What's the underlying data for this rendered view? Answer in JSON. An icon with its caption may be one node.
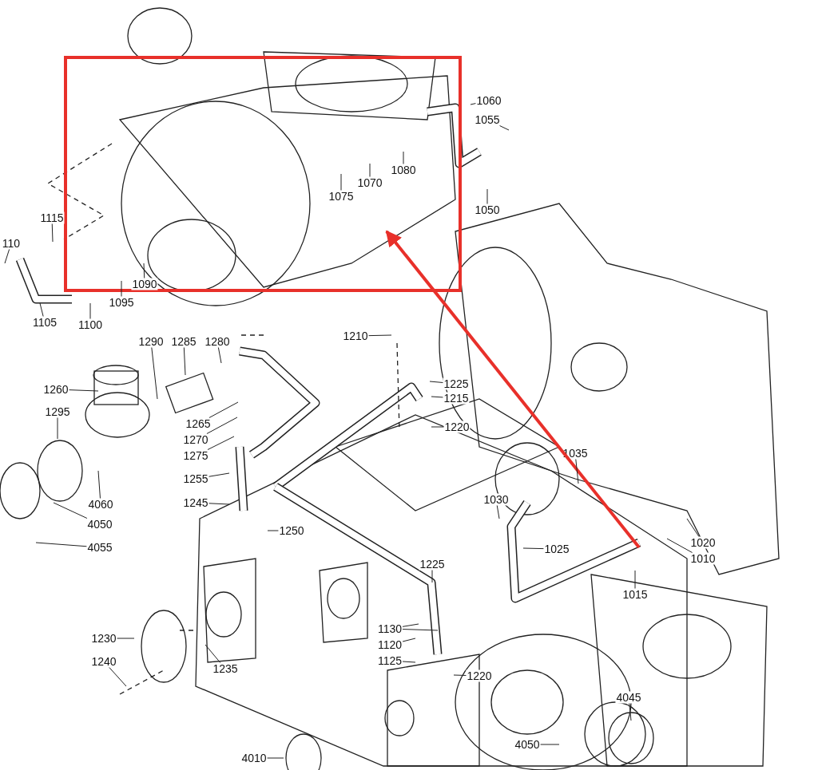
{
  "diagram": {
    "nodes": [
      {
        "text": [],
        "shape": "box"
      },
      {
        "text": [
          "1060"
        ]
      },
      {
        "text": [
          "1055"
        ]
      },
      {
        "text": [
          "1080"
        ],
        "in": 0
      },
      {
        "text": [
          "1070"
        ],
        "in": 0
      },
      {
        "text": [
          "1075"
        ],
        "in": 0
      },
      {
        "text": [
          "1050"
        ]
      },
      {
        "text": [
          "1115"
        ]
      },
      {
        "text": [
          "110"
        ]
      },
      {
        "text": [
          "1090"
        ],
        "in": 0
      },
      {
        "text": [
          "1095"
        ]
      },
      {
        "text": [
          "1105"
        ]
      },
      {
        "text": [
          "1100"
        ]
      },
      {
        "text": [
          "1210"
        ]
      },
      {
        "text": [
          "1290"
        ]
      },
      {
        "text": [
          "1285"
        ]
      },
      {
        "text": [
          "1280"
        ]
      },
      {
        "text": [
          "1260"
        ]
      },
      {
        "text": [
          "1225"
        ]
      },
      {
        "text": [
          "1215"
        ]
      },
      {
        "text": [
          "1295"
        ]
      },
      {
        "text": [
          "1265"
        ]
      },
      {
        "text": [
          "1220"
        ]
      },
      {
        "text": [
          "1270"
        ]
      },
      {
        "text": [
          "1275"
        ]
      },
      {
        "text": [
          "1035"
        ]
      },
      {
        "text": [
          "4060"
        ]
      },
      {
        "text": [
          "1255"
        ]
      },
      {
        "text": [
          "1030"
        ]
      },
      {
        "text": [
          "1245"
        ]
      },
      {
        "text": [
          "4050"
        ]
      },
      {
        "text": [
          "1250"
        ]
      },
      {
        "text": [
          "1020"
        ]
      },
      {
        "text": [
          "1025"
        ]
      },
      {
        "text": [
          "4055"
        ]
      },
      {
        "text": [
          "1010"
        ]
      },
      {
        "text": [
          "1225"
        ]
      },
      {
        "text": [
          "1015"
        ]
      },
      {
        "text": [
          "1230"
        ]
      },
      {
        "text": [
          "1130"
        ]
      },
      {
        "text": [
          "1120"
        ]
      },
      {
        "text": [
          "1240"
        ]
      },
      {
        "text": [
          "1235"
        ]
      },
      {
        "text": [
          "1125"
        ]
      },
      {
        "text": [
          "1220"
        ]
      },
      {
        "text": [
          "4045"
        ]
      },
      {
        "text": [
          "4050"
        ]
      },
      {
        "text": [
          "4010"
        ]
      }
    ],
    "edges": [
      {
        "from": null,
        "to": 0,
        "arrow": "to",
        "style": "thick",
        "color": "#e8302a"
      },
      {
        "from": 1,
        "to": null,
        "arrow": "none"
      },
      {
        "from": 2,
        "to": null,
        "arrow": "none"
      },
      {
        "from": 3,
        "to": null,
        "arrow": "none"
      },
      {
        "from": 4,
        "to": null,
        "arrow": "none"
      },
      {
        "from": 5,
        "to": null,
        "arrow": "none"
      },
      {
        "from": 6,
        "to": null,
        "arrow": "none"
      },
      {
        "from": 7,
        "to": null,
        "arrow": "none"
      },
      {
        "from": 8,
        "to": null,
        "arrow": "none"
      },
      {
        "from": 9,
        "to": null,
        "arrow": "none"
      },
      {
        "from": 10,
        "to": null,
        "arrow": "none"
      },
      {
        "from": 11,
        "to": null,
        "arrow": "none"
      },
      {
        "from": 12,
        "to": null,
        "arrow": "none"
      },
      {
        "from": 13,
        "to": null,
        "arrow": "none"
      },
      {
        "from": 14,
        "to": null,
        "arrow": "none"
      },
      {
        "from": 15,
        "to": null,
        "arrow": "none"
      },
      {
        "from": 16,
        "to": null,
        "arrow": "none"
      },
      {
        "from": 17,
        "to": null,
        "arrow": "none"
      },
      {
        "from": 18,
        "to": null,
        "arrow": "none"
      },
      {
        "from": 19,
        "to": null,
        "arrow": "none"
      },
      {
        "from": 20,
        "to": null,
        "arrow": "none"
      },
      {
        "from": 21,
        "to": null,
        "arrow": "none"
      },
      {
        "from": 22,
        "to": null,
        "arrow": "none"
      },
      {
        "from": 23,
        "to": null,
        "arrow": "none"
      },
      {
        "from": 24,
        "to": null,
        "arrow": "none"
      },
      {
        "from": 25,
        "to": null,
        "arrow": "none"
      },
      {
        "from": 26,
        "to": null,
        "arrow": "none"
      },
      {
        "from": 27,
        "to": null,
        "arrow": "none"
      },
      {
        "from": 28,
        "to": null,
        "arrow": "none"
      },
      {
        "from": 29,
        "to": null,
        "arrow": "none"
      },
      {
        "from": 30,
        "to": null,
        "arrow": "none"
      },
      {
        "from": 31,
        "to": null,
        "arrow": "none"
      },
      {
        "from": 32,
        "to": null,
        "arrow": "none"
      },
      {
        "from": 33,
        "to": null,
        "arrow": "none"
      },
      {
        "from": 34,
        "to": null,
        "arrow": "none"
      },
      {
        "from": 35,
        "to": null,
        "arrow": "none"
      },
      {
        "from": 36,
        "to": null,
        "arrow": "none"
      },
      {
        "from": 37,
        "to": null,
        "arrow": "none"
      },
      {
        "from": 38,
        "to": null,
        "arrow": "none"
      },
      {
        "from": 39,
        "to": null,
        "arrow": "none"
      },
      {
        "from": 39,
        "to": null,
        "arrow": "none"
      },
      {
        "from": 40,
        "to": null,
        "arrow": "none"
      },
      {
        "from": 41,
        "to": null,
        "arrow": "none"
      },
      {
        "from": 42,
        "to": null,
        "arrow": "none"
      },
      {
        "from": 43,
        "to": null,
        "arrow": "none"
      },
      {
        "from": 44,
        "to": null,
        "arrow": "none"
      },
      {
        "from": 45,
        "to": null,
        "arrow": "none"
      },
      {
        "from": 46,
        "to": null,
        "arrow": "none"
      },
      {
        "from": 47,
        "to": null,
        "arrow": "none"
      }
    ]
  }
}
